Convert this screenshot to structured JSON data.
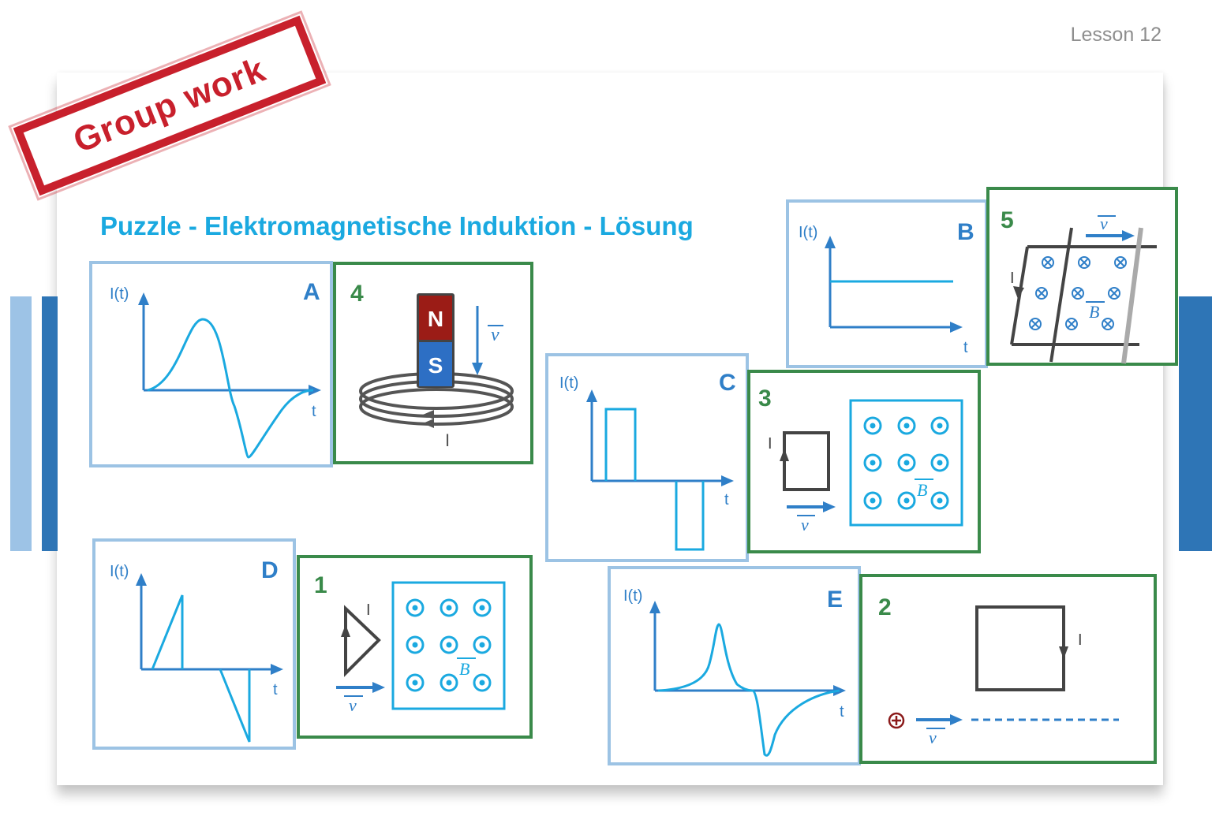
{
  "header": {
    "lesson": "Lesson 12"
  },
  "stamp": {
    "text": "Group work"
  },
  "title": "Puzzle - Elektromagnetische Induktion - Lösung",
  "labels": {
    "y_axis": "I(t)",
    "x_axis": "t",
    "current": "I",
    "velocity": "v",
    "field": "B",
    "north": "N",
    "south": "S"
  },
  "graphs": [
    {
      "letter": "A"
    },
    {
      "letter": "B"
    },
    {
      "letter": "C"
    },
    {
      "letter": "D"
    },
    {
      "letter": "E"
    }
  ],
  "scenes": [
    {
      "number": "4"
    },
    {
      "number": "5"
    },
    {
      "number": "3"
    },
    {
      "number": "1"
    },
    {
      "number": "2"
    }
  ],
  "colors": {
    "graph_blue": "#1aa9e0",
    "axis_blue": "#2f7fc8",
    "graph_border": "#9cc3e4",
    "scene_border": "#3a8a4a",
    "stamp_red": "#c8202c",
    "magnet_north": "#9b1c16",
    "magnet_south": "#2d6fc4"
  }
}
